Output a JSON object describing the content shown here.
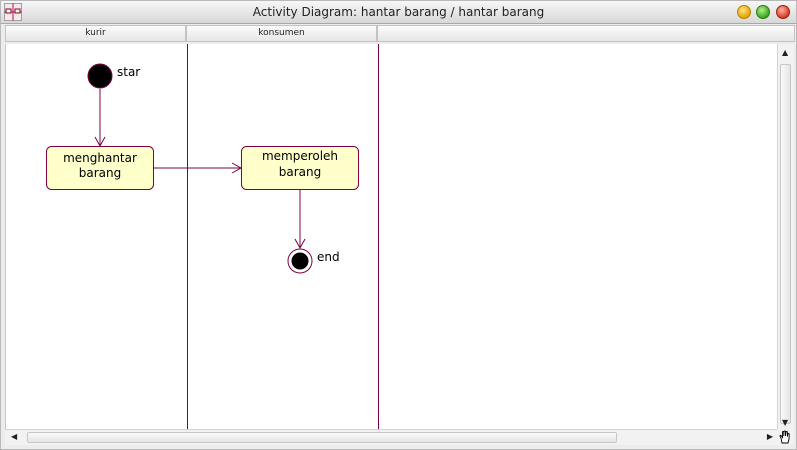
{
  "window": {
    "title": "Activity Diagram: hantar barang / hantar barang",
    "controls": [
      "minimize",
      "zoom",
      "close"
    ]
  },
  "lanes": [
    {
      "label": "kurir"
    },
    {
      "label": "konsumen"
    },
    {
      "label": ""
    }
  ],
  "diagram": {
    "start_label": "star",
    "end_label": "end",
    "activities": [
      {
        "id": "menghantar",
        "lines": [
          "menghantar",
          "barang"
        ]
      },
      {
        "id": "memperoleh",
        "lines": [
          "memperoleh",
          "barang"
        ]
      }
    ]
  },
  "icons": {
    "app": "activity-diagram-icon",
    "scroll_up": "arrow-up-icon",
    "scroll_down": "arrow-down-icon",
    "scroll_left": "arrow-left-icon",
    "scroll_right": "arrow-right-icon",
    "hand": "hand-tool-icon"
  },
  "colors": {
    "accent": "#800040",
    "activity_fill": "#ffffcc"
  }
}
